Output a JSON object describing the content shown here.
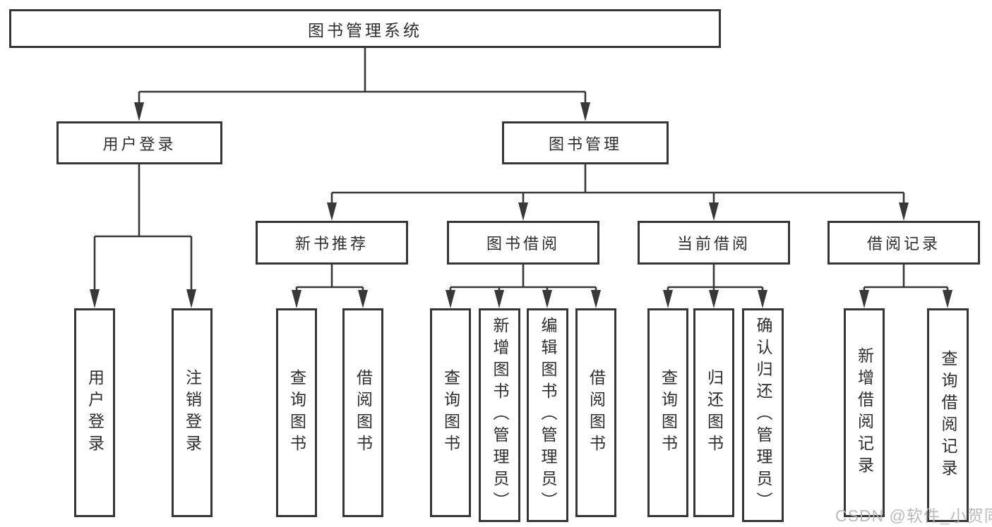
{
  "diagram": {
    "tree": {
      "root": {
        "label": "图书管理系统"
      },
      "children": [
        {
          "label": "用户登录",
          "children": [
            {
              "label": "用户登录"
            },
            {
              "label": "注销登录"
            }
          ]
        },
        {
          "label": "图书管理",
          "children": [
            {
              "label": "新书推荐",
              "children": [
                {
                  "label": "查询图书"
                },
                {
                  "label": "借阅图书"
                }
              ]
            },
            {
              "label": "图书借阅",
              "children": [
                {
                  "label": "查询图书"
                },
                {
                  "label": "新增图书（管理员）"
                },
                {
                  "label": "编辑图书（管理员）"
                },
                {
                  "label": "借阅图书"
                }
              ]
            },
            {
              "label": "当前借阅",
              "children": [
                {
                  "label": "查询图书"
                },
                {
                  "label": "归还图书"
                },
                {
                  "label": "确认归还（管理员）"
                }
              ]
            },
            {
              "label": "借阅记录",
              "children": [
                {
                  "label": "新增借阅记录"
                },
                {
                  "label": "查询借阅记录"
                }
              ]
            }
          ]
        }
      ]
    },
    "colors": {
      "line": "#383838",
      "box_border": "#363636",
      "text": "#2e2e2e",
      "background": "#ffffff",
      "watermark": "#b5b5b5"
    }
  },
  "watermark": {
    "text": "CSDN @软件_小贺同学"
  }
}
